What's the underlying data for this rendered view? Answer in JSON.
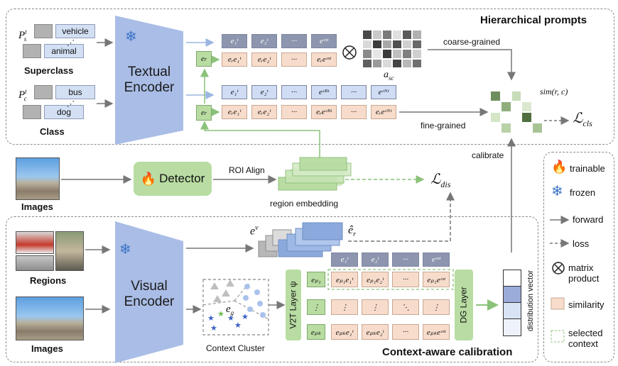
{
  "top_panel": {
    "title": "Hierarchical prompts",
    "superclass_label": "Superclass",
    "class_label": "Class",
    "ps_label": "P",
    "ps_sup": "t",
    "ps_sub": "s",
    "pc_label": "P",
    "pc_sup": "t",
    "pc_sub": "c",
    "vehicle": "vehicle",
    "animal": "animal",
    "bus": "bus",
    "dog": "dog",
    "encoder": "Textual Encoder",
    "er": "e",
    "er_sub": "r",
    "super_row": [
      "e₁ᵗ",
      "e₂ᵗ",
      "···",
      "eᶜˢᵗ"
    ],
    "super_sim_row": [
      "eᵣe₁ᵗ",
      "eᵣe₂ᵗ",
      "···",
      "eᵣeᶜˢᵗ"
    ],
    "class_row": [
      "e₁ᵗ",
      "e₂ᵗ",
      "···",
      "eᶜᴮᵗ",
      "···",
      "eᶜᴺᵗ"
    ],
    "class_sim_row": [
      "eᵣe₁ᵗ",
      "eᵣe₂ᵗ",
      "···",
      "eᵣeᶜᴮᵗ",
      "···",
      "eᵣeᶜᴺᵗ"
    ],
    "asc": "a",
    "asc_sub": "sc",
    "coarse": "coarse-grained",
    "fine": "fine-grained",
    "sim": "sim(r, c)",
    "lcls": "ℒ",
    "lcls_sub": "cls"
  },
  "middle": {
    "images": "Images",
    "detector": "Detector",
    "roi": "ROI Align",
    "region": "region embedding",
    "ldis": "ℒ",
    "ldis_sub": "dis",
    "calibrate": "calibrate"
  },
  "bottom_panel": {
    "title": "Context-aware calibration",
    "regions": "Regions",
    "images": "Images",
    "encoder": "Visual Encoder",
    "ev": "e",
    "ev_sup": "v",
    "er_hat": "ê",
    "er_hat_sub": "r",
    "eg": "e",
    "eg_sub": "g",
    "context_cluster": "Context Cluster",
    "v2t": "V2T Layer ψ",
    "dg": "DG Layer",
    "dist": "distribution vector",
    "top_row": [
      "e₁ᵗ",
      "e₂ᵗ",
      "···",
      "eᶜˢᵗ"
    ],
    "row1_label": "eₚ₁",
    "row1": [
      "eₚ₁e₁ᵗ",
      "eₚ₁e₂ᵗ",
      "···",
      "eₚ₁eᶜˢᵗ"
    ],
    "rowdots_label": "⋮",
    "rowdots": [
      "⋮",
      "⋮",
      "⋱",
      "⋮"
    ],
    "rowK_label": "eₚₖ",
    "rowK": [
      "eₚₖe₁ᵗ",
      "eₚₖe₂ᵗ",
      "···",
      "eₚₖeᶜˢᵗ"
    ]
  },
  "legend": {
    "trainable": "trainable",
    "frozen": "frozen",
    "forward": "forward",
    "loss": "loss",
    "matrix_product": "matrix product",
    "similarity": "similarity",
    "selected_context": "selected context"
  },
  "colors": {
    "encoder": "#a9bde6",
    "similarity": "#f8dccb",
    "green": "#b8dca2",
    "dark_token": "#8d96ae",
    "light_token": "#cfdcf4"
  }
}
